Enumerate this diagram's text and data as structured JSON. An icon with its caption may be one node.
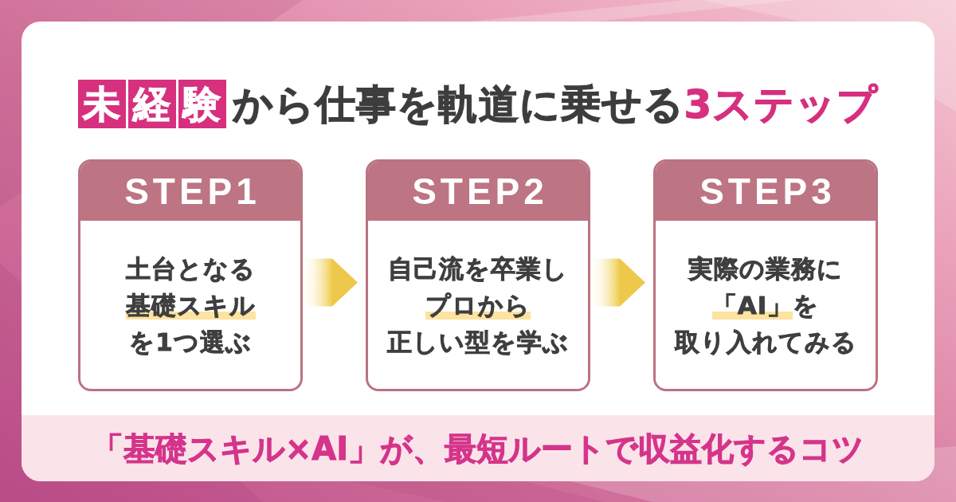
{
  "diagram": {
    "title": "**未経験**から仕事を軌道に乗せる**3ステップ**",
    "nodes": [
      {
        "text": [
          "STEP1",
          "土台となる**基礎スキル**を1つ選ぶ"
        ]
      },
      {
        "text": [
          "STEP2",
          "自己流を卒業し**プロから**正しい型を学ぶ"
        ]
      },
      {
        "text": [
          "STEP3",
          "実際の業務に**「AI」**を取り入れてみる"
        ]
      },
      {
        "text": [
          "「基礎スキル×AI」が、最短ルートで収益化するコツ"
        ]
      }
    ],
    "edges": [
      {
        "from": 0,
        "to": 1,
        "arrow": "to"
      },
      {
        "from": 1,
        "to": 2,
        "arrow": "to"
      }
    ]
  }
}
